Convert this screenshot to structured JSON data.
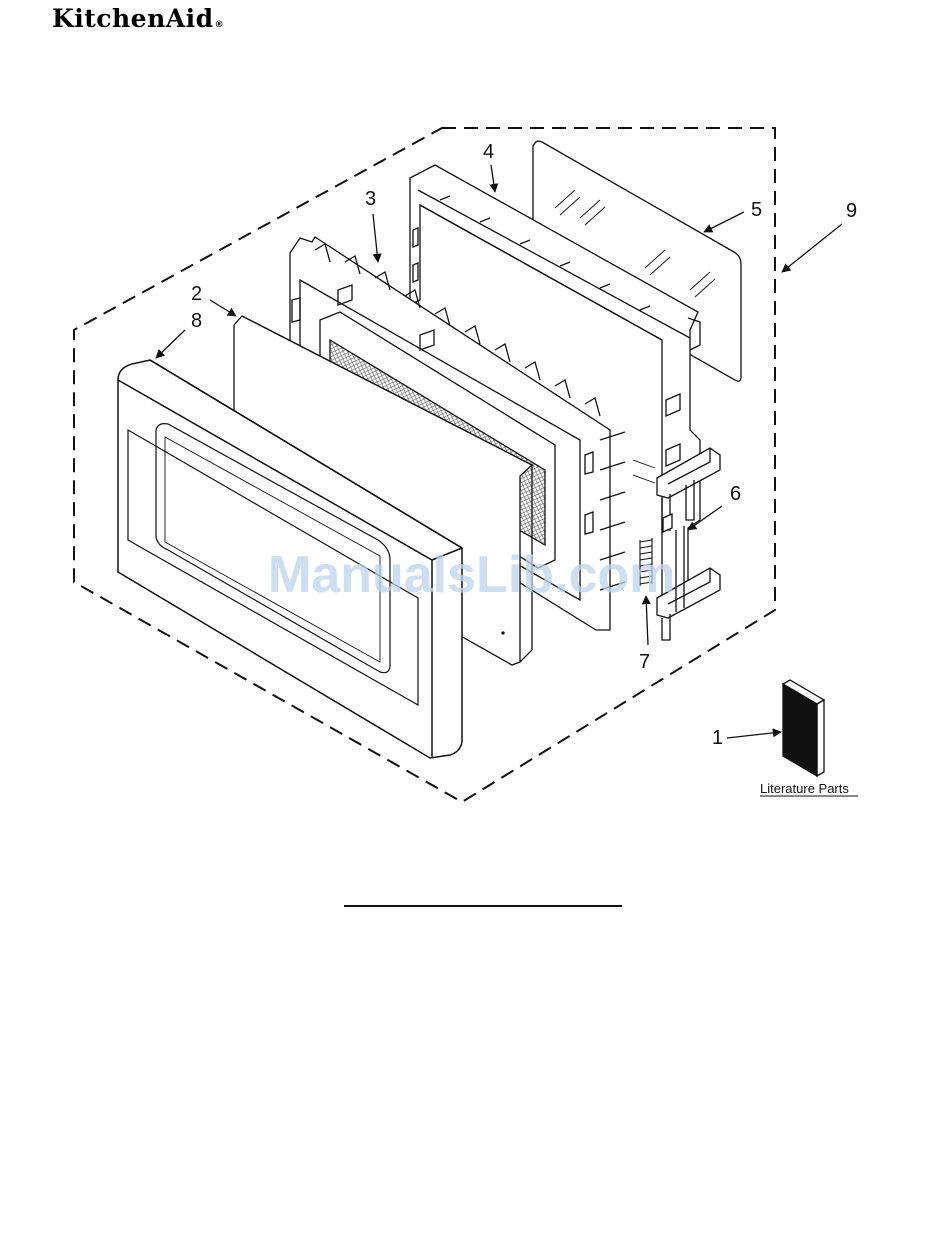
{
  "brand": {
    "logo_text": "KitchenAid",
    "registered_mark": "®"
  },
  "callouts": [
    {
      "id": "1",
      "text": "1"
    },
    {
      "id": "2",
      "text": "2"
    },
    {
      "id": "3",
      "text": "3"
    },
    {
      "id": "4",
      "text": "4"
    },
    {
      "id": "5",
      "text": "5"
    },
    {
      "id": "6",
      "text": "6"
    },
    {
      "id": "7",
      "text": "7"
    },
    {
      "id": "8",
      "text": "8"
    },
    {
      "id": "9",
      "text": "9"
    }
  ],
  "literature_label": "Literature Parts",
  "watermark": "ManualsLib.com",
  "colors": {
    "line": "#111111",
    "watermark": "#bcd3ea"
  }
}
